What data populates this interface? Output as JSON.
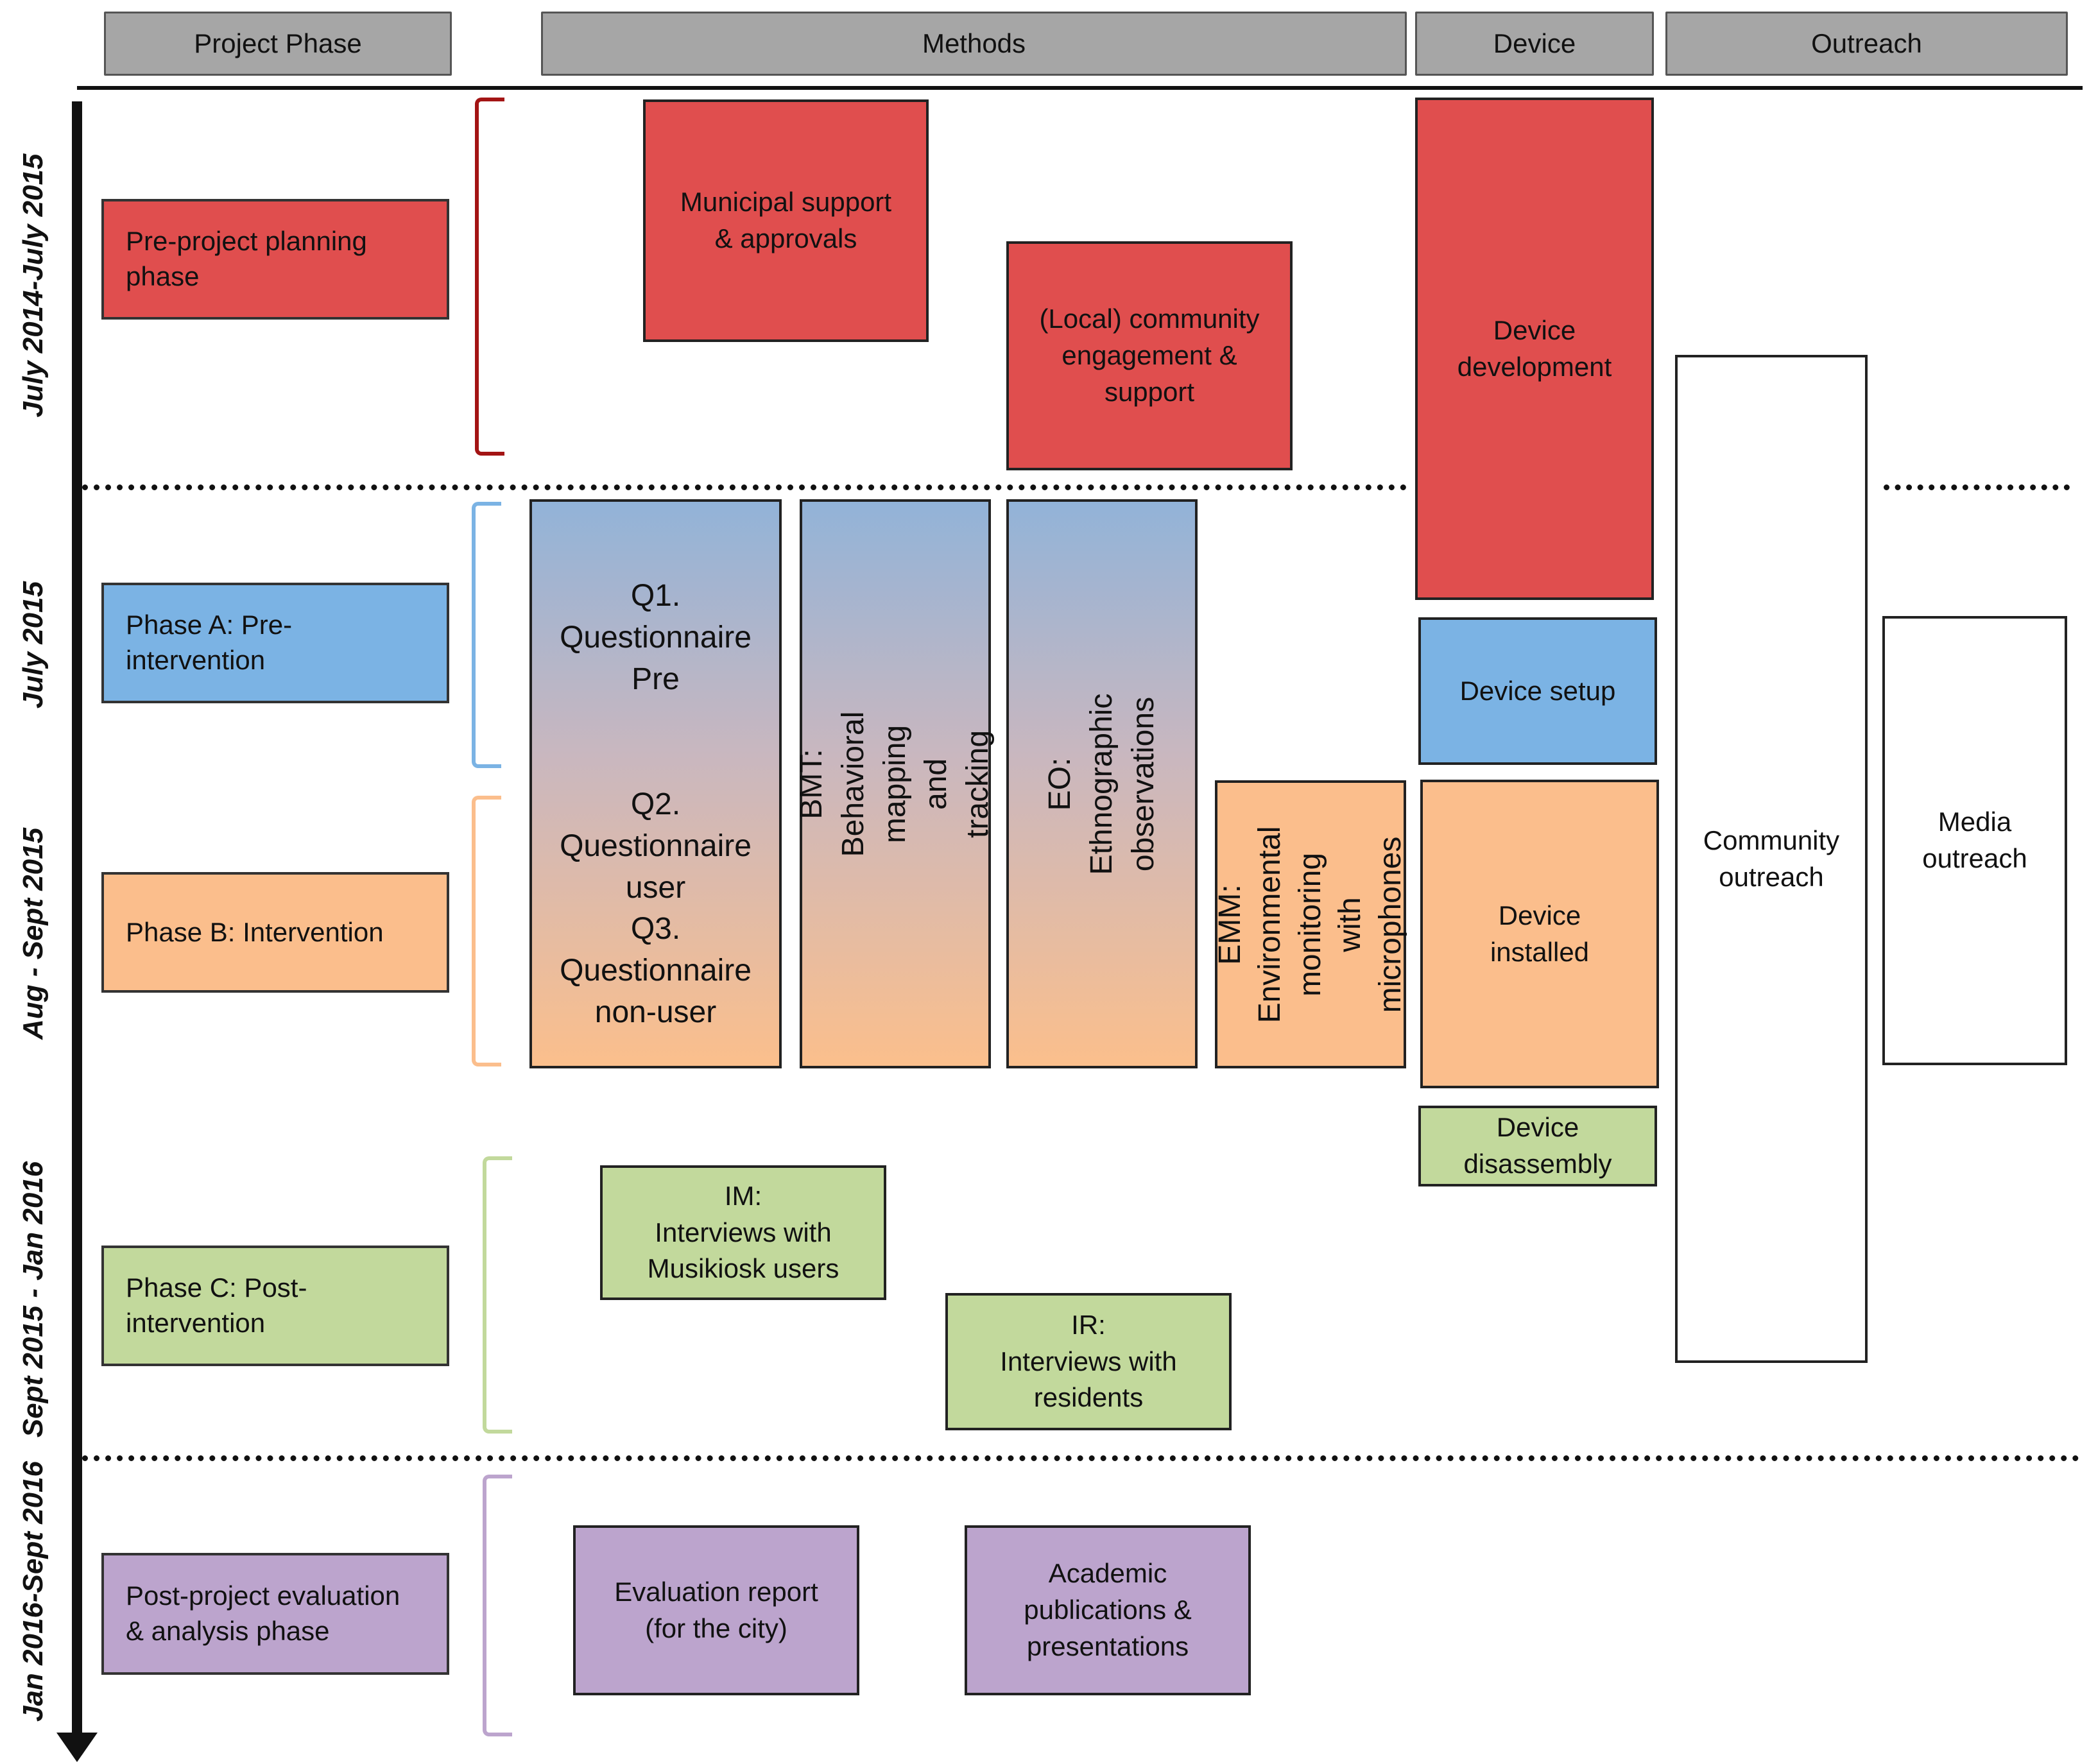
{
  "headers": {
    "project_phase": "Project Phase",
    "methods": "Methods",
    "device": "Device",
    "outreach": "Outreach"
  },
  "timeline": {
    "period1": "July 2014-July 2015",
    "period2": "July 2015",
    "period3": "Aug - Sept 2015",
    "period4": "Sept 2015 - Jan 2016",
    "period5": "Jan 2016-Sept 2016"
  },
  "phases": {
    "pre_project": "Pre-project planning\nphase",
    "phase_a": "Phase A: Pre-\nintervention",
    "phase_b": "Phase B: Intervention",
    "phase_c": "Phase C: Post-\nintervention",
    "post_project": "Post-project evaluation\n& analysis phase"
  },
  "methods": {
    "municipal": "Municipal support\n& approvals",
    "community_engagement": "(Local) community\nengagement &\nsupport",
    "q1": "Q1.\nQuestionnaire\nPre",
    "q2q3": "Q2.\nQuestionnaire\nuser\nQ3.\nQuestionnaire\nnon-user",
    "bmt": "BMT:\nBehavioral mapping and tracking",
    "eo": "EO:\nEthnographic observations",
    "emm": "EMM:\nEnvironmental\nmonitoring with\nmicrophones",
    "im": "IM:\nInterviews with\nMusikiosk users",
    "ir": "IR:\nInterviews with\nresidents",
    "evaluation": "Evaluation report\n(for the city)",
    "academic": "Academic\npublications &\npresentations"
  },
  "device": {
    "development": "Device\ndevelopment",
    "setup": "Device setup",
    "installed": "Device\ninstalled",
    "disassembly": "Device\ndisassembly"
  },
  "outreach": {
    "community": "Community\noutreach",
    "media": "Media\noutreach"
  },
  "colors": {
    "pre_project": "#e04e4e",
    "phase_a": "#7bb3e4",
    "phase_b": "#fbbe8c",
    "phase_c": "#c2d99c",
    "post_project": "#bca4cd",
    "header": "#a6a6a6"
  }
}
